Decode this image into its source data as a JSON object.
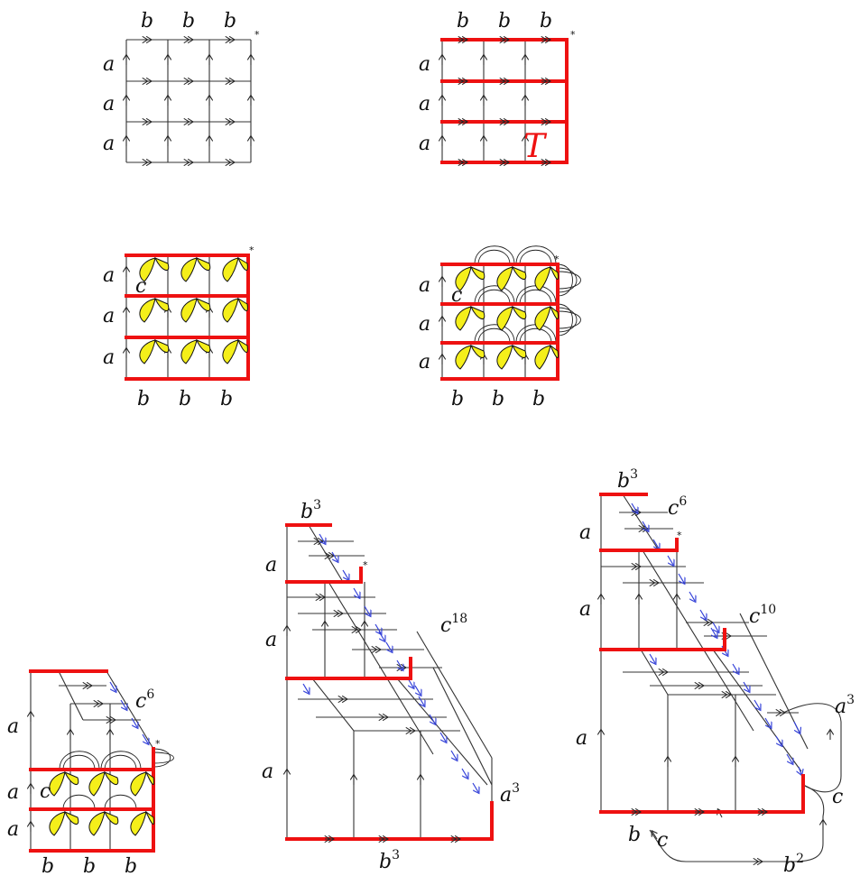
{
  "labels": {
    "a": "a",
    "b": "b",
    "c": "c",
    "star": "*",
    "T": "T",
    "b3": "b",
    "b3_exp": "3",
    "b2_exp": "2",
    "a3_exp": "3",
    "c6_exp": "6",
    "c10_exp": "10",
    "c18_exp": "18"
  },
  "colors": {
    "tree": "#ee1111",
    "edge": "#333333",
    "leaf": "#f5ef1a",
    "flow": "#3340d8"
  },
  "panels": [
    {
      "id": "grid-plain"
    },
    {
      "id": "grid-spanning-tree"
    },
    {
      "id": "grid-with-c-loops"
    },
    {
      "id": "grid-with-loop-arcs"
    },
    {
      "id": "collapsed-c6"
    },
    {
      "id": "collapsed-c18"
    },
    {
      "id": "collapsed-c10"
    }
  ]
}
